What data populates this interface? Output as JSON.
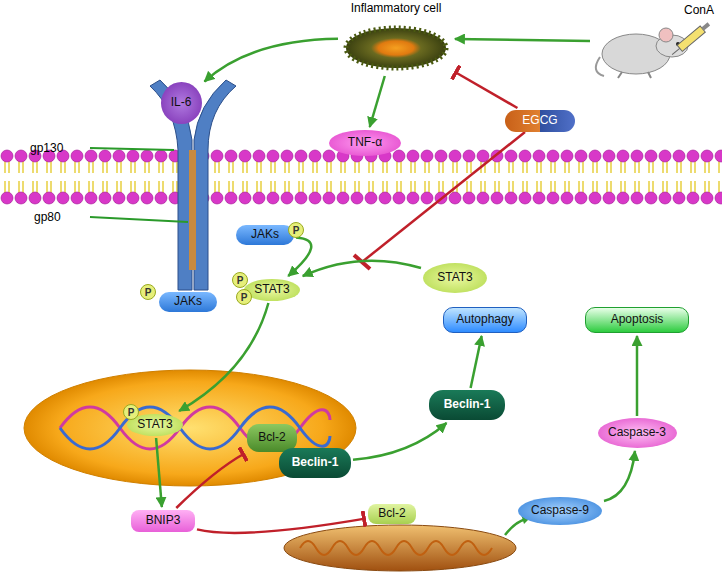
{
  "diagram": {
    "nodes": [
      {
        "text": [
          "Inflammatory cell"
        ]
      },
      {
        "text": [
          "ConA"
        ]
      },
      {
        "text": [
          "IL-6"
        ]
      },
      {
        "text": [
          "TNF-α"
        ]
      },
      {
        "text": [
          "EGCG"
        ]
      },
      {
        "text": [
          "JAKs"
        ]
      },
      {
        "text": [
          "JAKs"
        ]
      },
      {
        "text": [
          "STAT3"
        ]
      },
      {
        "text": [
          "STAT3"
        ]
      },
      {
        "text": [
          "STAT3"
        ]
      },
      {
        "text": [
          "BNIP3"
        ]
      },
      {
        "text": [
          "Bcl-2"
        ]
      },
      {
        "text": [
          "Beclin-1"
        ]
      },
      {
        "text": [
          "Beclin-1"
        ]
      },
      {
        "text": [
          "Autophagy"
        ]
      },
      {
        "text": [
          "Apoptosis"
        ]
      },
      {
        "text": [
          "Caspase-3"
        ]
      },
      {
        "text": [
          "Caspase-9"
        ]
      },
      {
        "text": [
          "Bcl-2"
        ]
      }
    ],
    "edges": [
      {
        "from": 1,
        "to": 0,
        "arrow": "to"
      },
      {
        "from": 0,
        "to": 2,
        "arrow": "to"
      },
      {
        "from": 0,
        "to": 3,
        "arrow": "to"
      },
      {
        "from": 4,
        "to": 0,
        "arrow": "to"
      },
      {
        "from": 8,
        "to": 7,
        "arrow": "to"
      },
      {
        "from": 5,
        "to": 7,
        "arrow": "to"
      },
      {
        "from": 7,
        "to": 9,
        "arrow": "to"
      },
      {
        "from": 9,
        "to": 10,
        "arrow": "to"
      },
      {
        "from": 10,
        "to": 11,
        "arrow": "to"
      },
      {
        "from": 10,
        "to": 18,
        "arrow": "to"
      },
      {
        "from": 12,
        "to": 13,
        "arrow": "to"
      },
      {
        "from": 13,
        "to": 14,
        "arrow": "to"
      },
      {
        "from": 17,
        "to": 16,
        "arrow": "to"
      },
      {
        "from": 16,
        "to": 15,
        "arrow": "to"
      }
    ],
    "labels": [
      "gp130",
      "P",
      "gp80",
      "P",
      "P",
      "P",
      "P"
    ]
  }
}
